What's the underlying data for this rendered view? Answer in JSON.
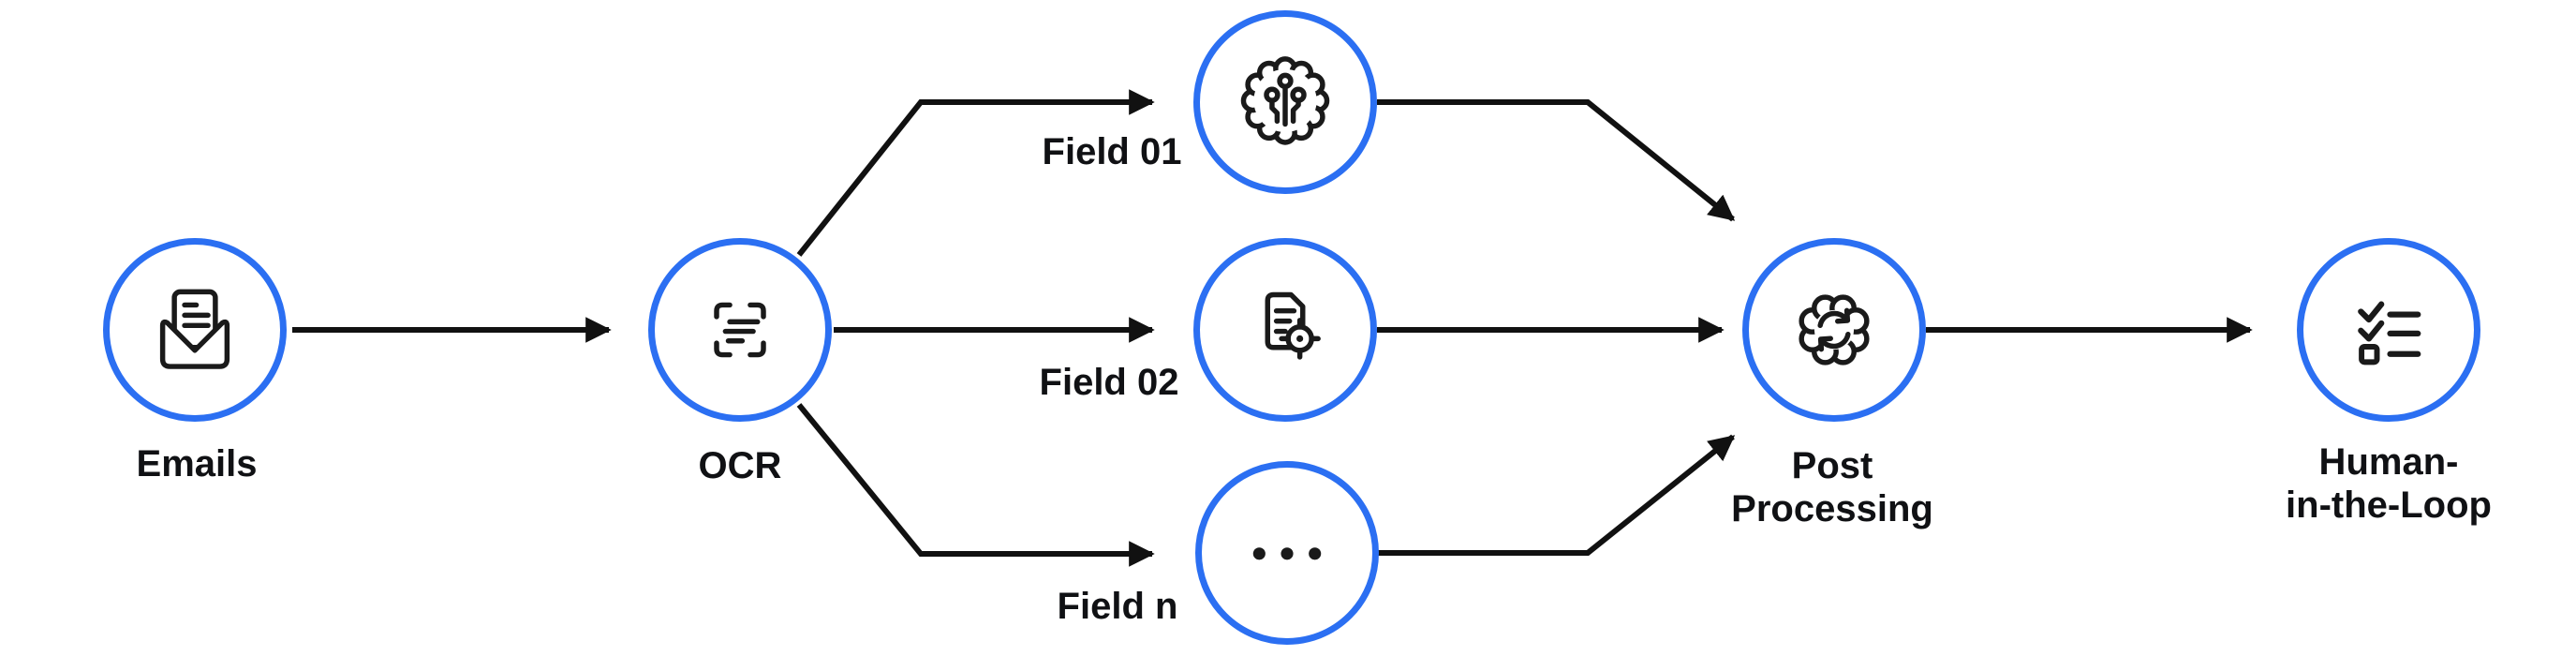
{
  "diagram": {
    "type": "flowchart",
    "colors": {
      "node_border_blue": "#2b6ff2",
      "edge_black": "#111111",
      "icon_black": "#1a1a1a",
      "label_text": "#101114",
      "background": "#ffffff"
    },
    "nodes": [
      {
        "id": "emails",
        "label": "Emails",
        "icon": "email-inbox-icon"
      },
      {
        "id": "ocr",
        "label": "OCR",
        "icon": "ocr-scan-icon"
      },
      {
        "id": "field-01",
        "label": "Field 01",
        "icon": "ai-brain-icon"
      },
      {
        "id": "field-02",
        "label": "Field 02",
        "icon": "document-target-icon"
      },
      {
        "id": "field-n",
        "label": "Field n",
        "icon": "ellipsis-icon"
      },
      {
        "id": "post-processing",
        "label": "Post Processing",
        "label_lines": [
          "Post",
          "Processing"
        ],
        "icon": "gear-sync-icon"
      },
      {
        "id": "human-in-the-loop",
        "label": "Human-in-the-Loop",
        "label_lines": [
          "Human-",
          "in-the-Loop"
        ],
        "icon": "checklist-icon"
      }
    ],
    "edges": [
      {
        "from": "emails",
        "to": "ocr"
      },
      {
        "from": "ocr",
        "to": "field-01"
      },
      {
        "from": "ocr",
        "to": "field-02"
      },
      {
        "from": "ocr",
        "to": "field-n"
      },
      {
        "from": "field-01",
        "to": "post-processing"
      },
      {
        "from": "field-02",
        "to": "post-processing"
      },
      {
        "from": "field-n",
        "to": "post-processing"
      },
      {
        "from": "post-processing",
        "to": "human-in-the-loop"
      }
    ]
  }
}
